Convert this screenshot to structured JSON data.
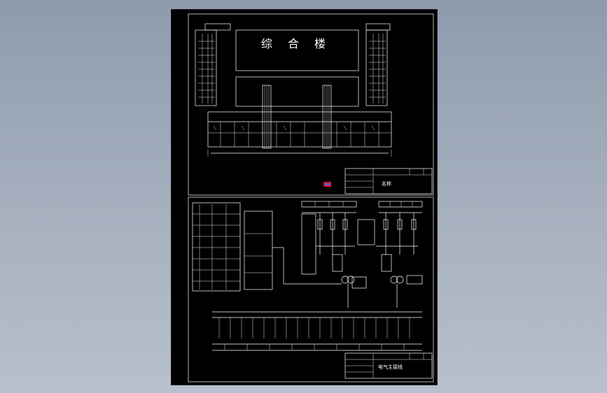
{
  "drawing": {
    "title_top": "综合楼",
    "bottom_title": "电气主接线",
    "top_block_title": "名称"
  },
  "colors": {
    "background": "#98a4b5",
    "sheet": "#000000",
    "lines": "#ffffff",
    "accent": "#3fd6ff",
    "marker": "#e0102a"
  }
}
